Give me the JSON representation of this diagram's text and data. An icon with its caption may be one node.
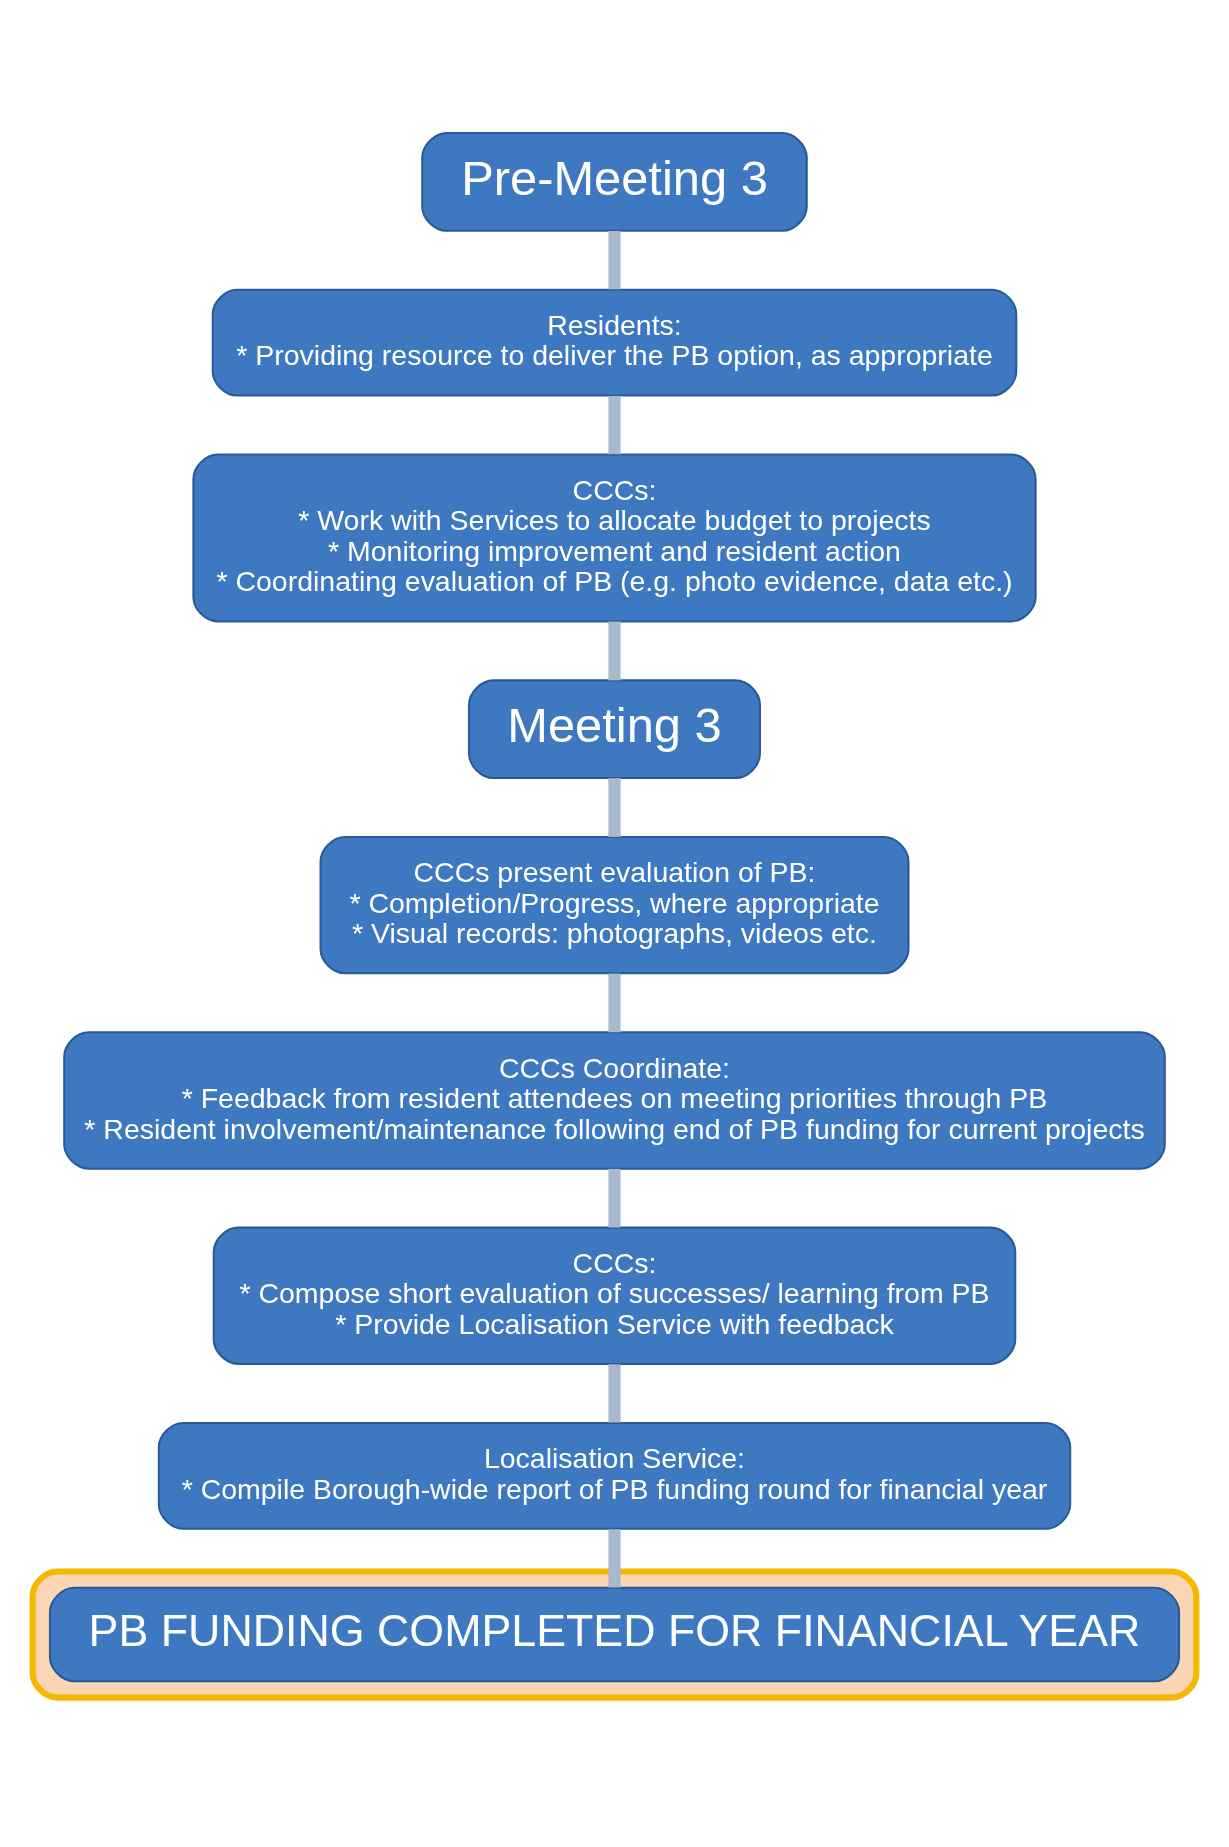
{
  "diagram": {
    "nodes": [
      {
        "text": [
          "Pre-Meeting 3"
        ]
      },
      {
        "text": [
          "Residents:",
          "* Providing resource to deliver the PB option, as appropriate"
        ]
      },
      {
        "text": [
          "CCCs:",
          "* Work with Services to allocate budget to projects",
          "* Monitoring improvement and resident action",
          "* Coordinating evaluation of PB (e.g. photo evidence, data etc.)"
        ]
      },
      {
        "text": [
          "Meeting 3"
        ]
      },
      {
        "text": [
          "CCCs present evaluation of PB:",
          "* Completion/Progress, where appropriate",
          "* Visual records: photographs, videos etc."
        ]
      },
      {
        "text": [
          "CCCs Coordinate:",
          "* Feedback from resident attendees on meeting priorities through PB",
          "* Resident involvement/maintenance following end of PB funding for current projects"
        ]
      },
      {
        "text": [
          "CCCs:",
          "* Compose short evaluation of successes/ learning from PB",
          "* Provide Localisation Service with feedback"
        ]
      },
      {
        "text": [
          "Localisation Service:",
          "* Compile Borough-wide report of PB funding round for financial year"
        ]
      },
      {
        "text": [],
        "shape": "star"
      },
      {
        "text": [
          "PB FUNDING COMPLETED FOR FINANCIAL YEAR"
        ],
        "in": 8
      }
    ],
    "edges": [
      {
        "from": 0,
        "to": 1,
        "arrow": "none"
      },
      {
        "from": 1,
        "to": 2,
        "arrow": "none"
      },
      {
        "from": 2,
        "to": 3,
        "arrow": "none"
      },
      {
        "from": 3,
        "to": 4,
        "arrow": "none"
      },
      {
        "from": 4,
        "to": 5,
        "arrow": "none"
      },
      {
        "from": 5,
        "to": 6,
        "arrow": "none"
      },
      {
        "from": 6,
        "to": 7,
        "arrow": "none"
      },
      {
        "from": 7,
        "to": 9,
        "arrow": "none"
      }
    ]
  }
}
